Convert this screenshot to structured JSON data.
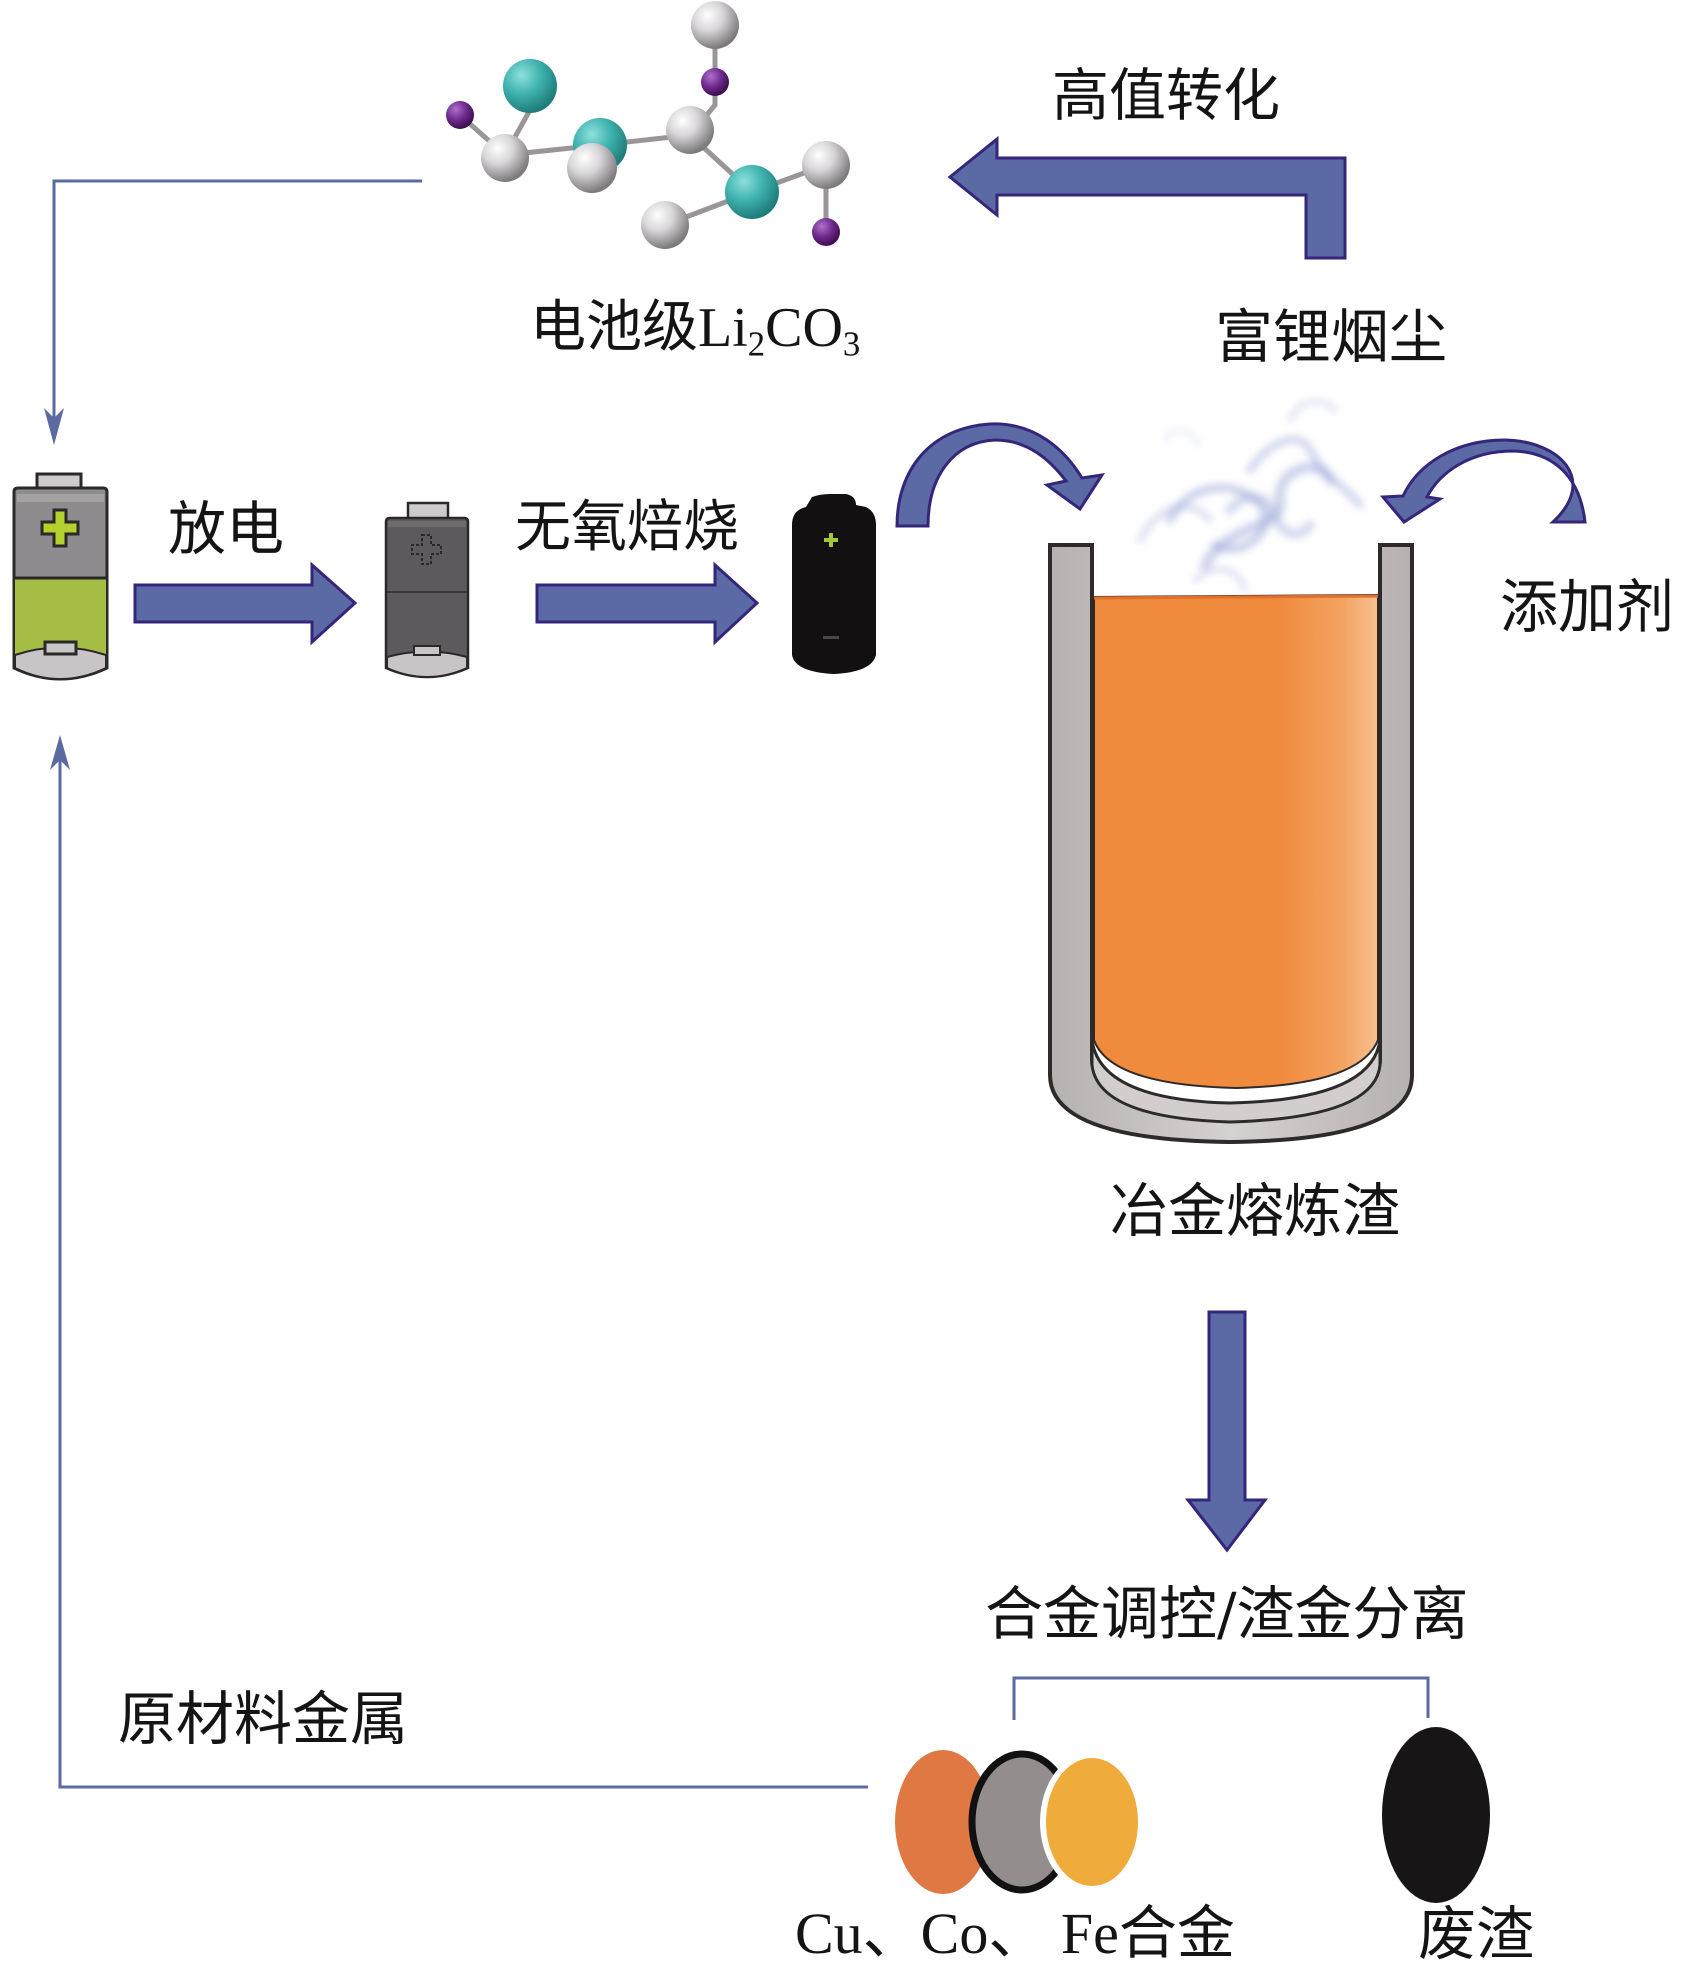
{
  "figure": {
    "labels": {
      "product": {
        "prefix": "电池级",
        "formula_main": "Li",
        "formula_sub1": "2",
        "formula_mid": "CO",
        "formula_sub2": "3"
      },
      "high_value_conversion": "高值转化",
      "li_rich_dust": "富锂烟尘",
      "discharge": "放电",
      "anaerobic_roasting": "无氧焙烧",
      "additive": "添加剂",
      "smelting_slag": "冶金熔炼渣",
      "alloy_control": "合金调控/渣金分离",
      "raw_material_metal": "原材料金属",
      "alloy_output": "Cu、Co、 Fe合金",
      "waste_slag": "废渣"
    },
    "colors": {
      "arrow_fill": "#5b69a5",
      "arrow_stroke": "#34267a",
      "connector_line": "#5b6aa0",
      "molten_slag": "#f08a3c",
      "crucible_wall": "#c4bebd",
      "battery_charged_green": "#a5bc45",
      "battery_gray": "#8f8c90",
      "battery_discharged": "#5c5a5c",
      "battery_roasted": "#121010",
      "smoke": "#9aa6d8",
      "cu_alloy": "#df7843",
      "co_alloy": "#938e8d",
      "fe_alloy": "#f0ac3b",
      "waste_slag": "#171515",
      "molecule_teal": "#3fb3b0",
      "molecule_gray": "#c9c7c9",
      "molecule_purple": "#6e2a8c"
    }
  }
}
